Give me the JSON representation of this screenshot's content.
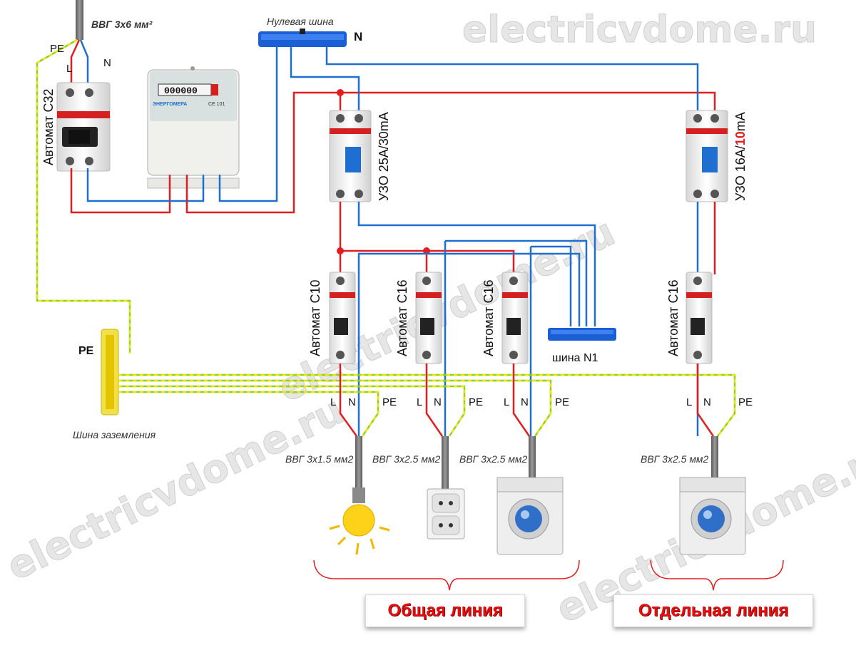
{
  "watermark": "electricvdome.ru",
  "input_cable": "ВВГ 3х6 мм²",
  "neutral_bus_label": "Нулевая шина",
  "neutral_bus_letter": "N",
  "pe_top": "PE",
  "L_top": "L",
  "N_top": "N",
  "main_breaker": "Автомат С32",
  "rcd1": "УЗО 25А/30mA",
  "rcd2_prefix": "УЗО 16А/",
  "rcd2_red": "10",
  "rcd2_suffix": "mA",
  "breakers": [
    "Автомат С10",
    "Автомат С16",
    "Автомат С16",
    "Автомат С16"
  ],
  "bus_n1": "шина N1",
  "pe_bus_letter": "PE",
  "pe_bus_caption": "Шина заземления",
  "wire_labels": {
    "L": "L",
    "N": "N",
    "PE": "PE"
  },
  "cables": [
    "ВВГ 3х1.5 мм2",
    "ВВГ 3х2.5 мм2",
    "ВВГ 3х2.5 мм2",
    "ВВГ 3х2.5 мм2"
  ],
  "meter": {
    "brand": "ЭНЕРГОМЕРА",
    "model": "СЕ 101",
    "reading": "000000"
  },
  "banner_common": "Общая линия",
  "banner_separate": "Отдельная линия",
  "colors": {
    "phase": "#e41e1e",
    "neutral": "#1f6fd1",
    "pe_green": "#8fd12a",
    "pe_yellow": "#f2e600",
    "banner_text": "#e01010"
  }
}
